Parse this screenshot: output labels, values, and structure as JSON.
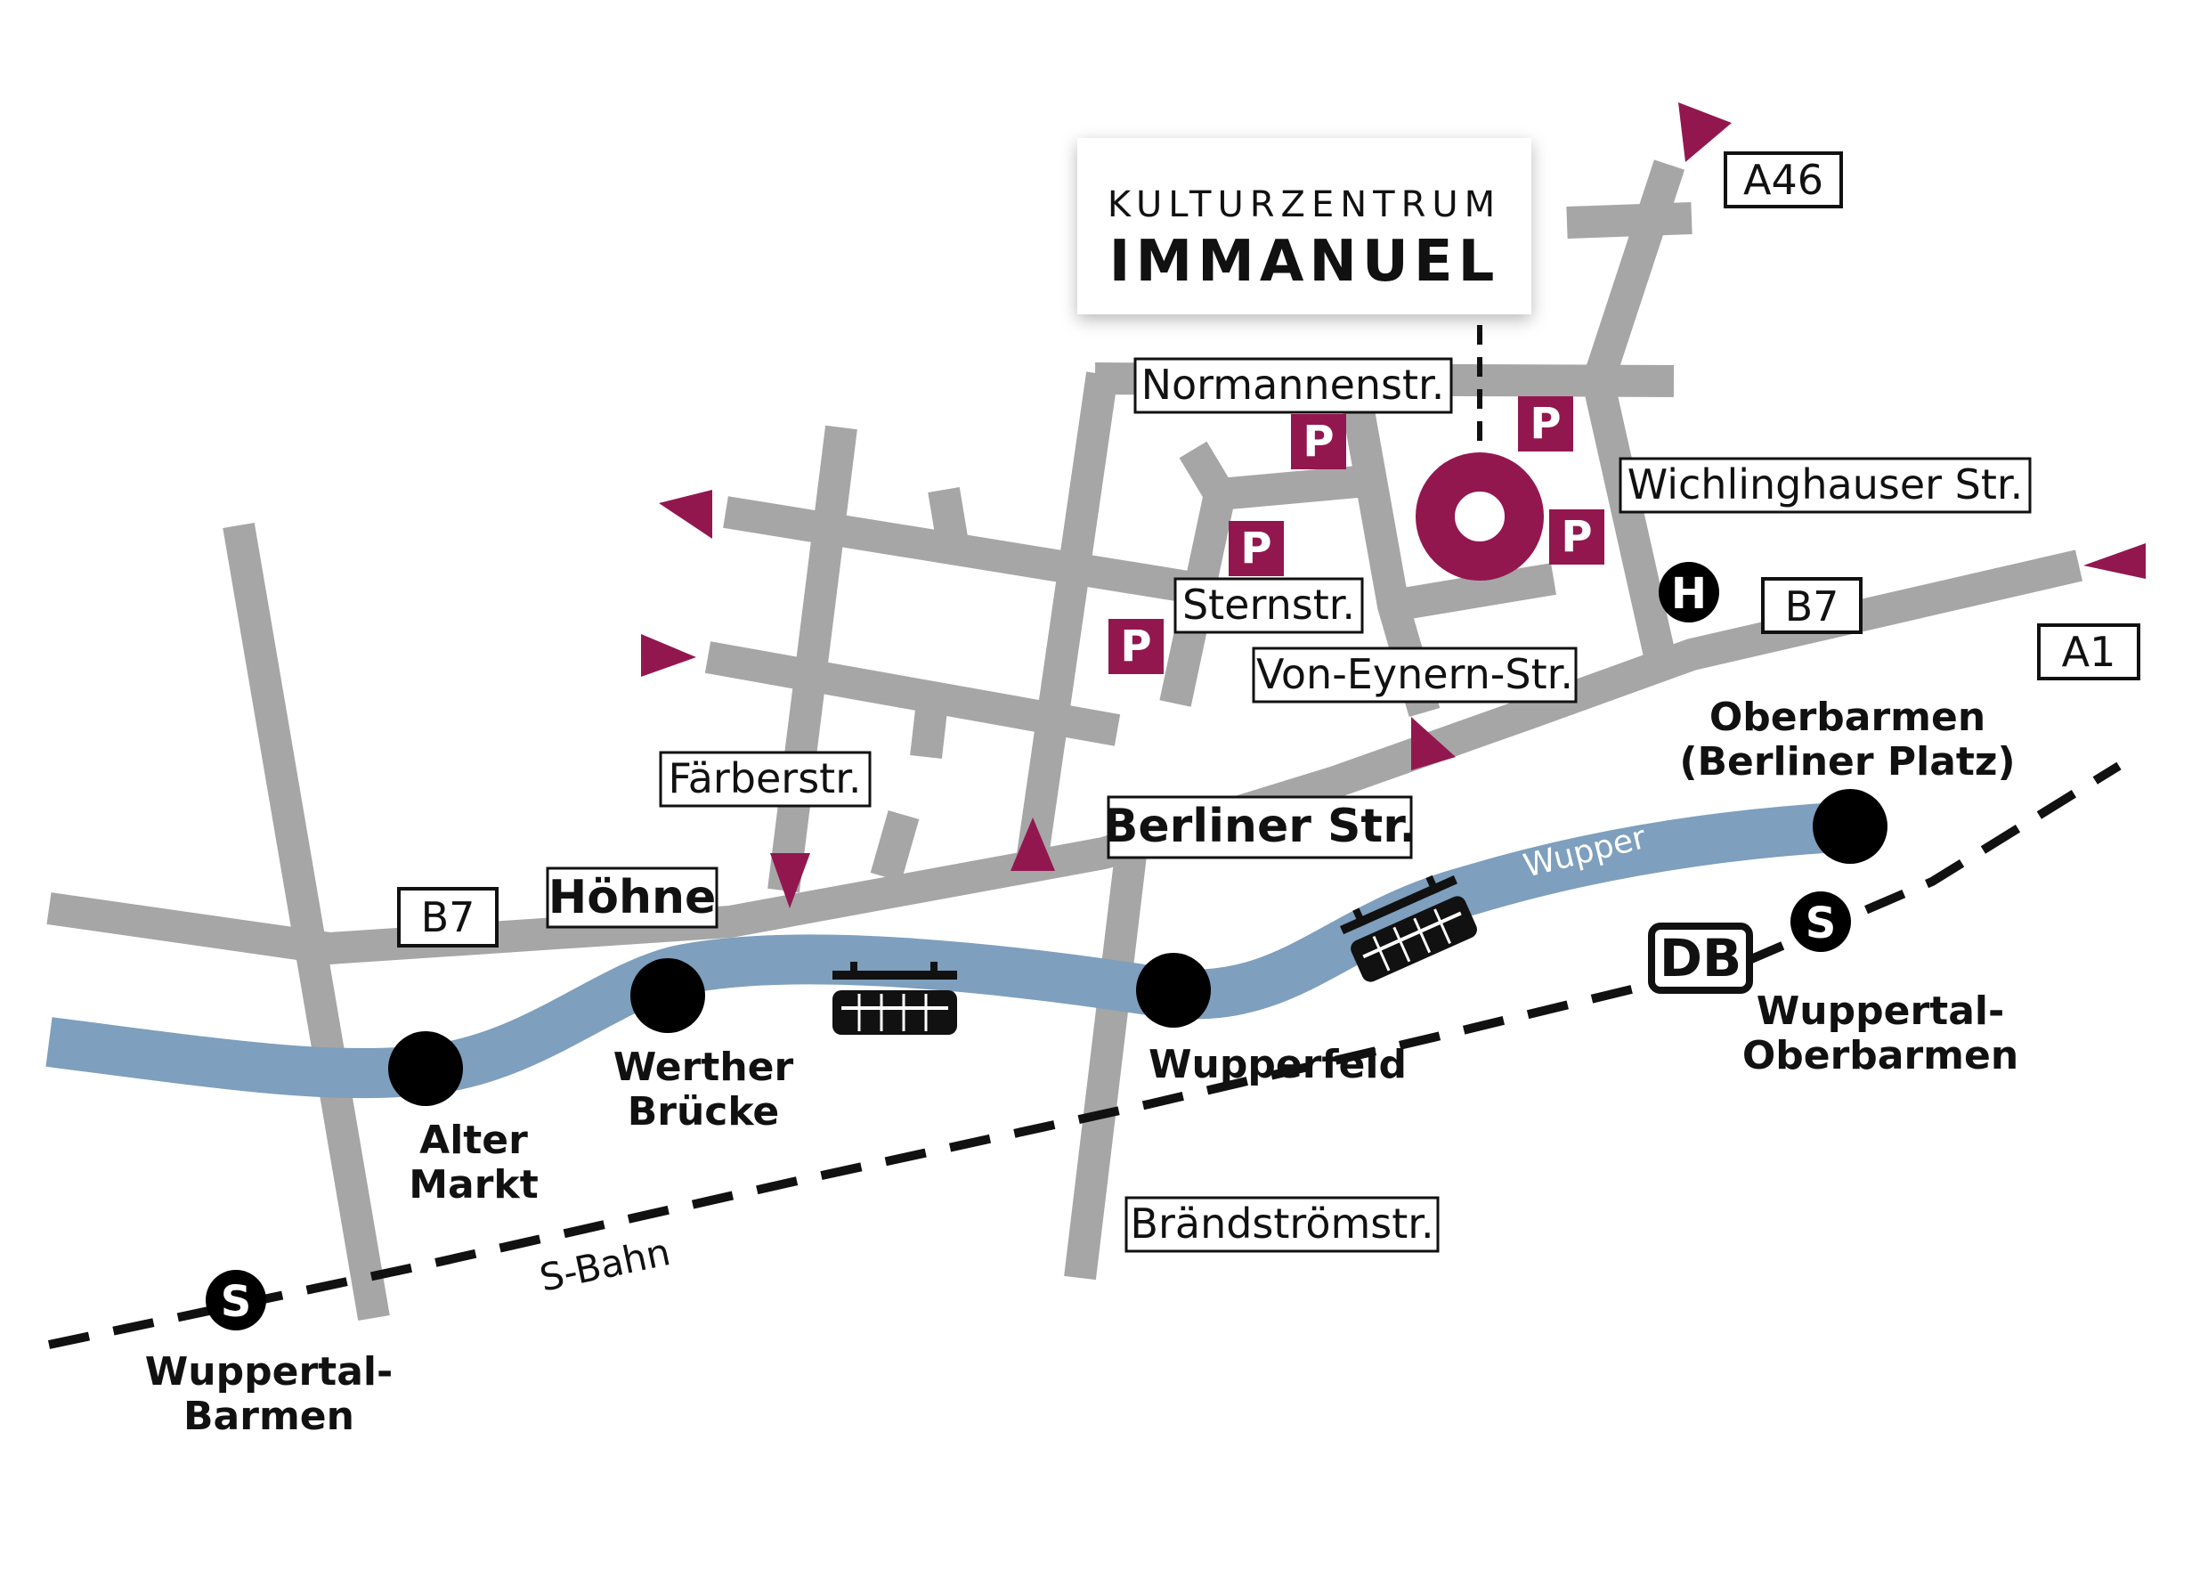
{
  "venue": {
    "title_line1": "KULTURZENTRUM",
    "title_line2": "IMMANUEL"
  },
  "streets": {
    "normannenstr": "Normannenstr.",
    "wichlinghauser": "Wichlinghauser Str.",
    "sternstr": "Sternstr.",
    "von_eynern": "Von-Eynern-Str.",
    "faerberstr": "Färberstr.",
    "berliner": "Berliner Str.",
    "hoehne": "Höhne",
    "braendstroem": "Brändströmstr."
  },
  "road_signs": {
    "a46": "A46",
    "b7_right": "B7",
    "a1": "A1",
    "b7_left": "B7"
  },
  "stations": {
    "oberbarmen_line1": "Oberbarmen",
    "oberbarmen_line2": "(Berliner Platz)",
    "wupperfeld": "Wupperfeld",
    "werther_line1": "Werther",
    "werther_line2": "Brücke",
    "alter_line1": "Alter",
    "alter_line2": "Markt",
    "wt_oberbarmen_line1": "Wuppertal-",
    "wt_oberbarmen_line2": "Oberbarmen",
    "wt_barmen_line1": "Wuppertal-",
    "wt_barmen_line2": "Barmen"
  },
  "river": {
    "name": "Wupper"
  },
  "rail": {
    "sbahn": "S-Bahn",
    "db_logo": "DB",
    "s_symbol": "S"
  },
  "bus_symbol": "H",
  "parking_symbol": "P",
  "colors": {
    "road": "#a6a6a6",
    "river": "#7e9fbd",
    "accent": "#93174f",
    "station": "#000000"
  }
}
